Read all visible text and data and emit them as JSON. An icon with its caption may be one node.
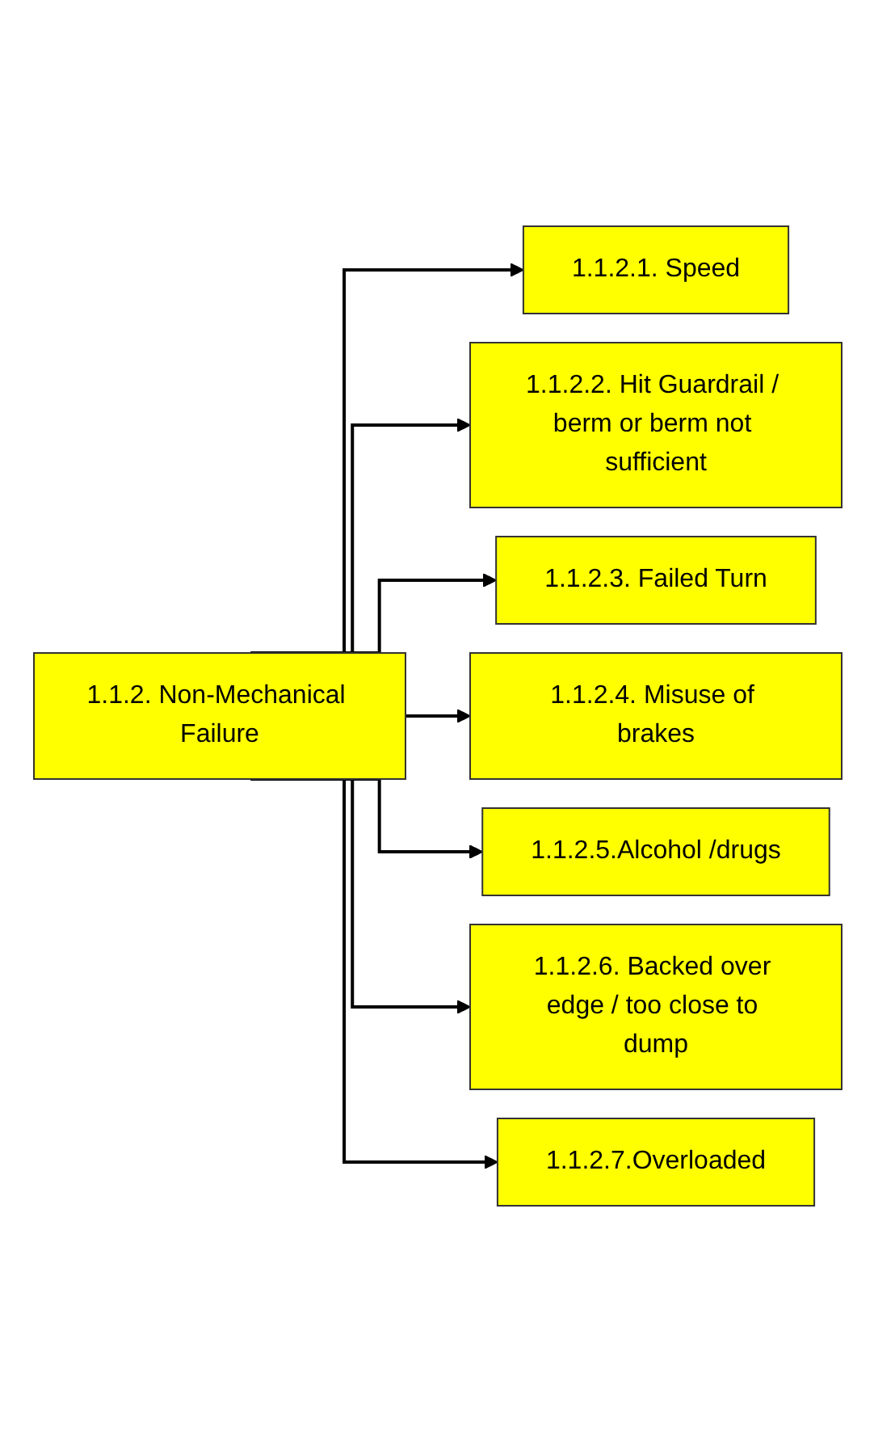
{
  "diagram": {
    "nodes": [
      {
        "text": [
          "1.1.2. Non-Mechanical Failure"
        ]
      },
      {
        "text": [
          "1.1.2.1. Speed"
        ]
      },
      {
        "text": [
          "1.1.2.2. Hit Guardrail / berm or berm not sufficient"
        ]
      },
      {
        "text": [
          "1.1.2.3. Failed Turn"
        ]
      },
      {
        "text": [
          "1.1.2.4. Misuse of brakes"
        ]
      },
      {
        "text": [
          "1.1.2.5.Alcohol /drugs"
        ]
      },
      {
        "text": [
          "1.1.2.6. Backed over edge / too close to dump"
        ]
      },
      {
        "text": [
          "1.1.2.7.Overloaded"
        ]
      }
    ],
    "edges": [
      {
        "from": 0,
        "to": 1,
        "arrow": "to"
      },
      {
        "from": 0,
        "to": 2,
        "arrow": "to"
      },
      {
        "from": 0,
        "to": 3,
        "arrow": "to"
      },
      {
        "from": 0,
        "to": 4,
        "arrow": "to"
      },
      {
        "from": 0,
        "to": 5,
        "arrow": "to"
      },
      {
        "from": 0,
        "to": 6,
        "arrow": "to"
      },
      {
        "from": 0,
        "to": 7,
        "arrow": "to"
      }
    ]
  }
}
